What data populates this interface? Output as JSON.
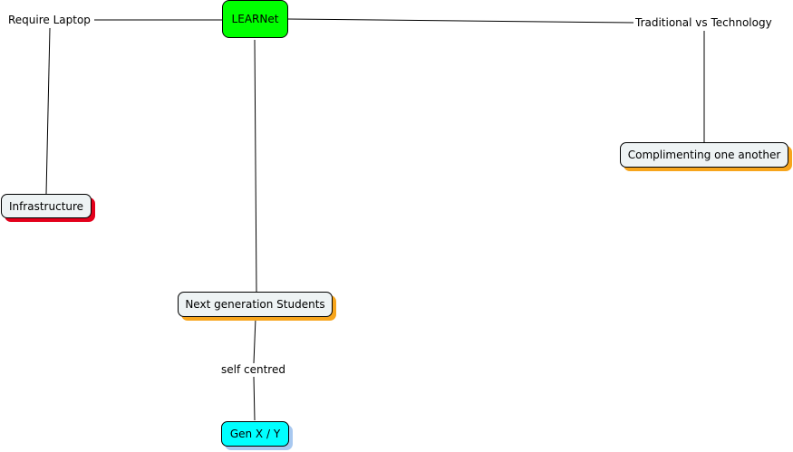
{
  "concept_map": {
    "root": {
      "label": "LEARNet",
      "fill": "#00ff00"
    },
    "linking_phrases": {
      "require_laptop": "Require Laptop",
      "traditional_vs_technology": "Traditional vs Technology",
      "self_centred": "self centred"
    },
    "concepts": {
      "infrastructure": {
        "label": "Infrastructure",
        "fill": "#eef3f4",
        "shadow": "#e3001b"
      },
      "complimenting": {
        "label": "Complimenting one another",
        "fill": "#eef3f4",
        "shadow": "#f7a51c"
      },
      "next_generation": {
        "label": "Next generation Students",
        "fill": "#eef3f4",
        "shadow": "#f7a51c"
      },
      "gen_xy": {
        "label": "Gen X / Y",
        "fill": "#00ffff",
        "shadow": "#a8c8f0"
      }
    }
  }
}
